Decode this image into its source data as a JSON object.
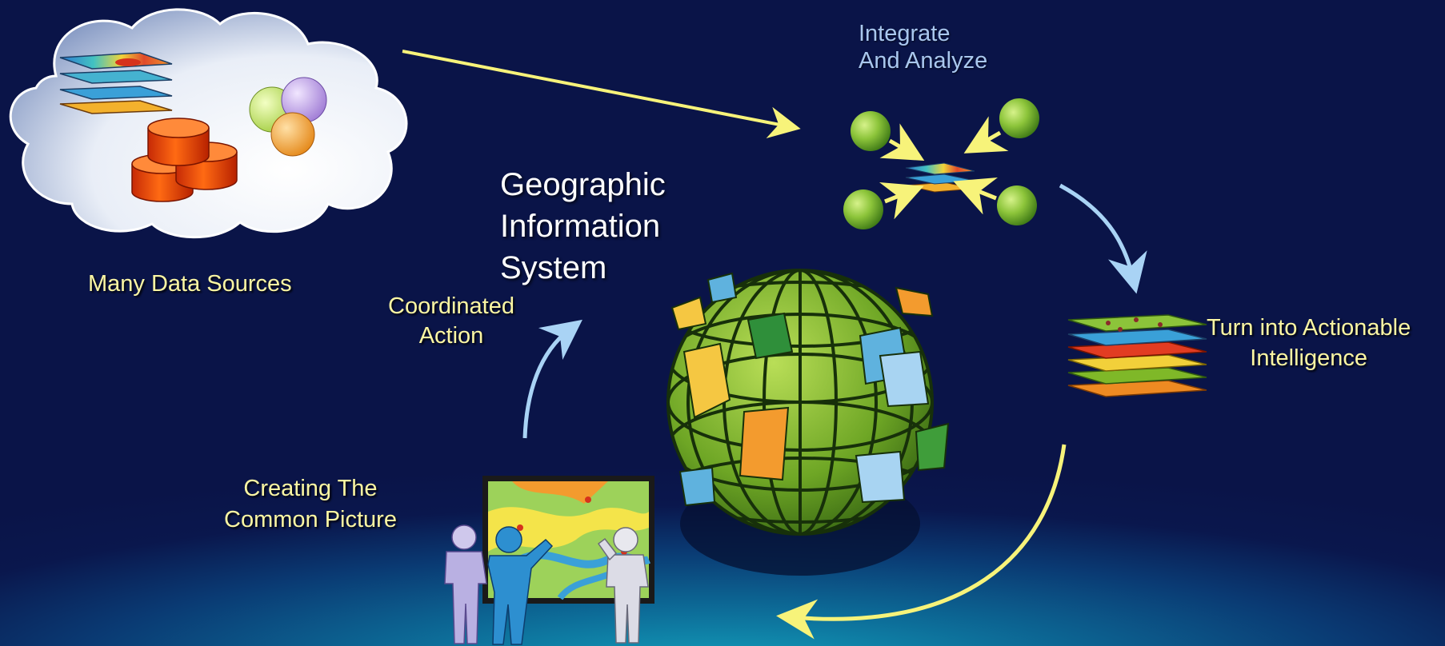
{
  "title": {
    "lines": [
      "Geographic",
      "Information",
      "System"
    ]
  },
  "stages": {
    "many_data_sources": "Many Data Sources",
    "integrate": [
      "Integrate",
      "And Analyze"
    ],
    "turn_into": [
      "Turn into Actionable",
      "Intelligence"
    ],
    "creating": [
      "Creating The",
      "Common Picture"
    ],
    "coordinated": [
      "Coordinated",
      "Action"
    ]
  },
  "colors": {
    "background": "#0a1448",
    "background_glow": "#13a3bd",
    "label_text": "#fbf6a3",
    "integrate_text": "#a9c7ee",
    "title_text": "#ffffff",
    "arrow_yellow": "#f7f37a",
    "arrow_blue": "#a9d3f5",
    "node_green": "#7cbf2a"
  },
  "icons": [
    "cloud-icon",
    "map-layers-icon",
    "database-icon",
    "overlapping-circles-icon",
    "green-node-icon",
    "globe-icon",
    "layer-stack-icon",
    "people-at-map-board-icon"
  ]
}
